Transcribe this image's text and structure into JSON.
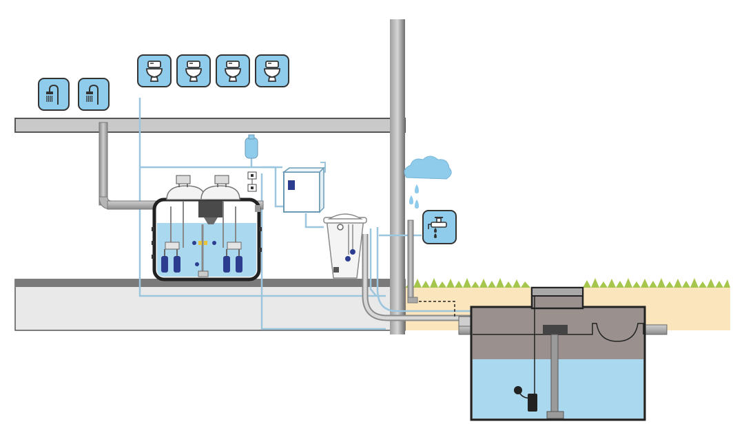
{
  "diagram": {
    "type": "greywater-and-rainwater-recycling-system",
    "printed_text": "",
    "fixtures": {
      "showers": [
        {
          "icon": "shower-icon"
        },
        {
          "icon": "shower-icon"
        }
      ],
      "toilets": [
        {
          "icon": "toilet-icon"
        },
        {
          "icon": "toilet-icon"
        },
        {
          "icon": "toilet-icon"
        },
        {
          "icon": "toilet-icon"
        }
      ],
      "outdoor_tap": {
        "icon": "garden-tap-icon"
      },
      "rain": {
        "icon": "rain-cloud-icon"
      }
    },
    "components": [
      {
        "name": "greywater-treatment-tank",
        "icon": "treatment-tank"
      },
      {
        "name": "expansion-vessel",
        "icon": "pressure-vessel"
      },
      {
        "name": "control-unit",
        "icon": "control-box"
      },
      {
        "name": "rainwater-filter-collector",
        "icon": "filter-collector"
      },
      {
        "name": "underground-rainwater-tank",
        "icon": "underground-tank"
      },
      {
        "name": "submersible-pump",
        "icon": "pump"
      }
    ],
    "colors": {
      "fixture_fill": "#8fcbea",
      "water": "#a9d8ef",
      "pipe": "#a3a3a3",
      "pipe_light": "#8fc0dd",
      "building": "#c9c9c9",
      "soil": "#fbe5bd",
      "grass": "#a6c54c",
      "tank_gray": "#9a918f",
      "pump_blue": "#2c3d8f",
      "outline": "#222222"
    }
  }
}
